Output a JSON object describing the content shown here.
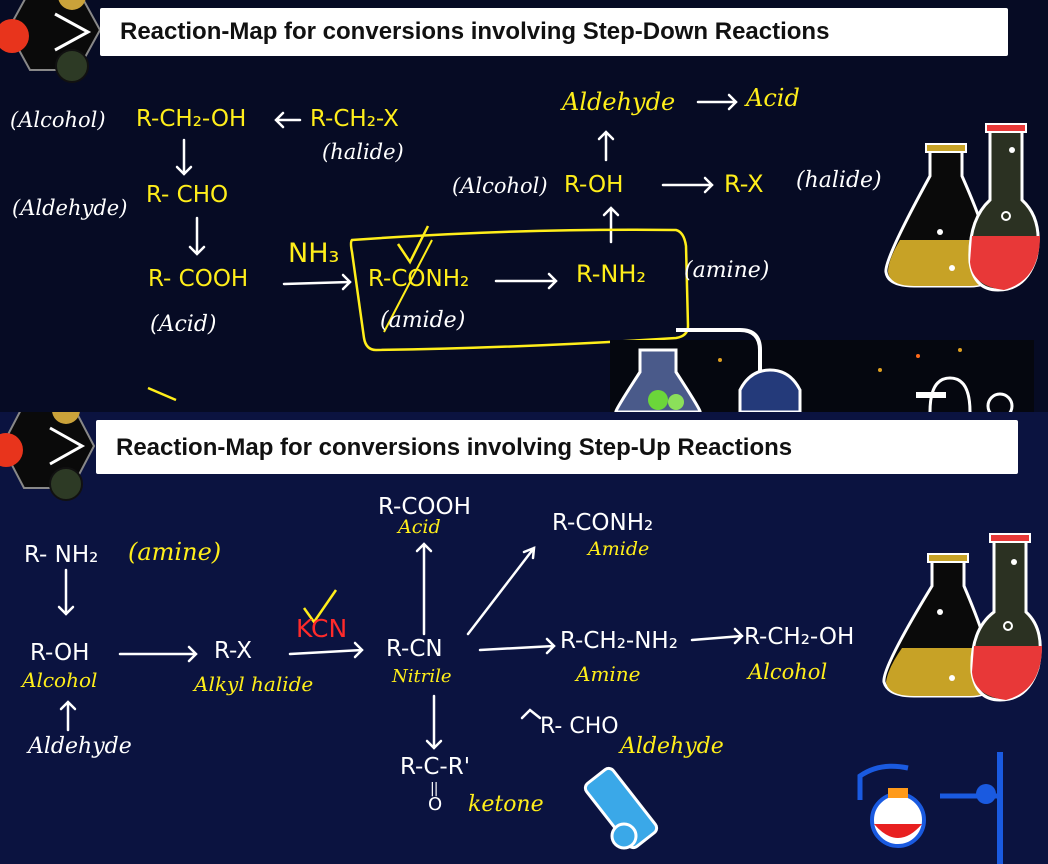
{
  "colors": {
    "highlight": "#ffee1a",
    "chalk": "#ffffff",
    "accent_red": "#ff2a2a",
    "accent_orange": "#ff9a1a",
    "panel_top_bg": "#060b24",
    "panel_bottom_bg": "#0b1340"
  },
  "icons": [
    "hexagon-logo-icon",
    "flask-pair-icon",
    "lab-glassware-icon",
    "microscope-icon",
    "round-flask-stand-icon"
  ],
  "top": {
    "title_prefix": "Reaction-Map for conversions involving ",
    "title_highlight": "Step-Down Reactions",
    "nodes": {
      "alcohol_label": "(Alcohol)",
      "r_ch2_oh": "R-CH₂-OH",
      "r_ch2_x": "R-CH₂-X",
      "halide_label": "(halide)",
      "aldehyde_label": "(Aldehyde)",
      "r_cho": "R- CHO",
      "r_cooh": "R- COOH",
      "acid_label": "(Acid)",
      "nh3": "NH₃",
      "r_conh2": "R-CONH₂",
      "amide_label": "(amide)",
      "r_nh2": "R-NH₂",
      "amine_label": "(amine)",
      "alcohol_label_2": "(Alcohol)",
      "r_oh": "R-OH",
      "r_x": "R-X",
      "halide_label_2": "(halide)",
      "aldehyde_top": "Aldehyde",
      "acid_top": "Acid"
    }
  },
  "bottom": {
    "title_prefix": "Reaction-Map for conversions involving ",
    "title_highlight": "Step-Up Reactions",
    "nodes": {
      "r_nh2": "R- NH₂",
      "amine_label": "(amine)",
      "r_oh": "R-OH",
      "alcohol_label": "Alcohol",
      "aldehyde_label": "Aldehyde",
      "r_x": "R-X",
      "alkyl_halide_label": "Alkyl halide",
      "kcn": "KCN",
      "r_cn": "R-CN",
      "nitrile_label": "Nitrile",
      "r_cooh": "R-COOH",
      "acid_label": "Acid",
      "r_conh2": "R-CONH₂",
      "amide_label": "Amide",
      "r_ch2_nh2": "R-CH₂-NH₂",
      "amine_label_2": "Amine",
      "r_ch2_oh": "R-CH₂-OH",
      "alcohol_label_2": "Alcohol",
      "r_cho": "R- CHO",
      "aldehyde_label_2": "Aldehyde",
      "ketone_formula": "R-C-R'",
      "ketone_o": "O",
      "ketone_label": "ketone"
    }
  }
}
